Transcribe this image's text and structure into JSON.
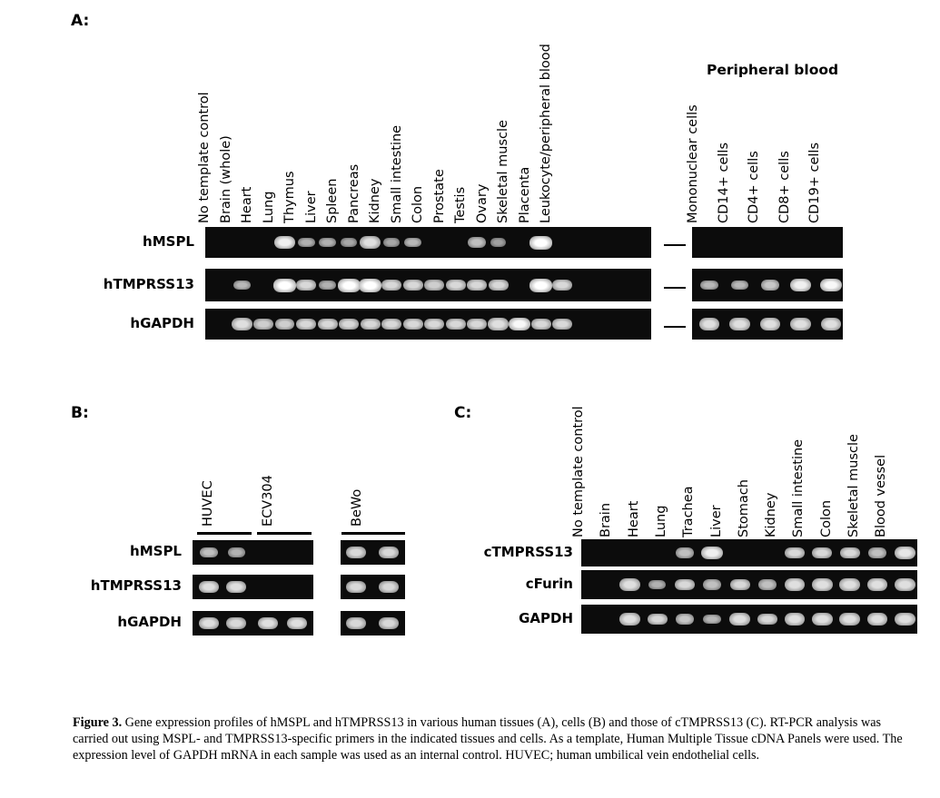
{
  "panelA": {
    "label": "A:",
    "peripheral_heading": "Peripheral blood",
    "tissue_lanes": [
      "No template control",
      "Brain (whole)",
      "Heart",
      "Lung",
      "Thymus",
      "Liver",
      "Spleen",
      "Pancreas",
      "Kidney",
      "Small intestine",
      "Colon",
      "Prostate",
      "Testis",
      "Ovary",
      "Skeletal muscle",
      "Placenta",
      "Leukocyte/peripheral blood"
    ],
    "blood_lanes": [
      "Mononuclear cells",
      "CD14+ cells",
      "CD4+ cells",
      "CD8+ cells",
      "CD19+ cells"
    ],
    "rows": [
      {
        "name": "hMSPL",
        "tissue": [
          0,
          0,
          0,
          0.9,
          0.5,
          0.5,
          0.45,
          0.8,
          0.45,
          0.55,
          0,
          0,
          0.6,
          0.4,
          0,
          1.0,
          0
        ],
        "blood": [
          0,
          0,
          0,
          0,
          0
        ]
      },
      {
        "name": "hTMPRSS13",
        "tissue": [
          0,
          0.55,
          0,
          1.0,
          0.75,
          0.5,
          1.0,
          1.0,
          0.75,
          0.75,
          0.7,
          0.75,
          0.75,
          0.75,
          0,
          1.0,
          0.75
        ],
        "blood": [
          0.55,
          0.55,
          0.65,
          0.9,
          0.95
        ]
      },
      {
        "name": "hGAPDH",
        "tissue": [
          0,
          0.8,
          0.7,
          0.7,
          0.75,
          0.75,
          0.75,
          0.75,
          0.75,
          0.75,
          0.75,
          0.75,
          0.75,
          0.8,
          0.95,
          0.75,
          0.75
        ],
        "blood": [
          0.8,
          0.8,
          0.8,
          0.8,
          0.8
        ]
      }
    ]
  },
  "panelB": {
    "label": "B:",
    "lane_groups": [
      "HUVEC",
      "ECV304",
      "BeWo"
    ],
    "rows": [
      {
        "name": "hMSPL",
        "lanes": [
          0.6,
          0.5,
          0,
          0,
          0.75,
          0.75
        ]
      },
      {
        "name": "hTMPRSS13",
        "lanes": [
          0.8,
          0.8,
          0,
          0,
          0.75,
          0.75
        ]
      },
      {
        "name": "hGAPDH",
        "lanes": [
          0.8,
          0.75,
          0.8,
          0.8,
          0.75,
          0.75
        ]
      }
    ]
  },
  "panelC": {
    "label": "C:",
    "lanes": [
      "No template control",
      "Brain",
      "Heart",
      "Lung",
      "Trachea",
      "Liver",
      "Stomach",
      "Kidney",
      "Small intestine",
      "Colon",
      "Skeletal muscle",
      "Blood vessel"
    ],
    "rows": [
      {
        "name": "cTMPRSS13",
        "lanes": [
          0,
          0,
          0,
          0.6,
          0.9,
          0,
          0,
          0.75,
          0.75,
          0.75,
          0.6,
          0.85
        ]
      },
      {
        "name": "cFurin",
        "lanes": [
          0,
          0.8,
          0.5,
          0.75,
          0.6,
          0.75,
          0.6,
          0.8,
          0.8,
          0.8,
          0.8,
          0.8
        ]
      },
      {
        "name": "GAPDH",
        "lanes": [
          0,
          0.8,
          0.75,
          0.65,
          0.55,
          0.8,
          0.75,
          0.8,
          0.8,
          0.8,
          0.8,
          0.8
        ]
      }
    ]
  },
  "caption": {
    "figure_label": "Figure 3.",
    "text": " Gene expression profiles of hMSPL and hTMPRSS13 in various human tissues (A), cells (B) and those of cTMPRSS13 (C). RT-PCR analysis was carried out using MSPL- and TMPRSS13-specific primers in the indicated tissues and cells. As a template, Human Multiple Tissue cDNA Panels were used. The expression level of GAPDH mRNA in each sample was used as an internal control. HUVEC; human umbilical vein endothelial cells."
  }
}
